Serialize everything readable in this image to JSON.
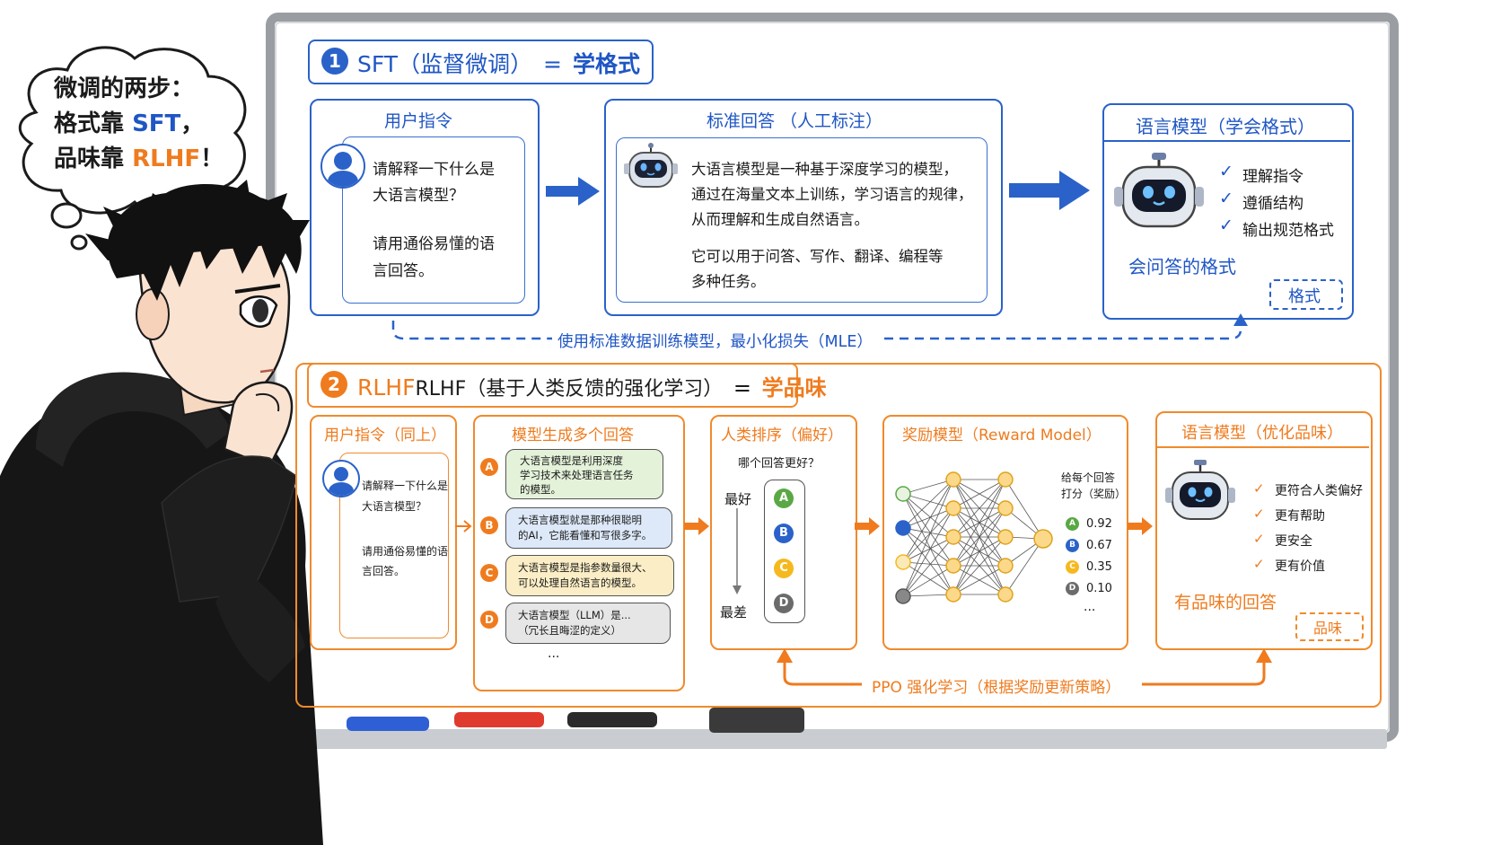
{
  "thought": {
    "line1": "微调的两步：",
    "line2_prefix": "格式靠 ",
    "line2_key": "SFT",
    "line2_suffix": "，",
    "line3_prefix": "品味靠 ",
    "line3_key": "RLHF",
    "line3_suffix": "！"
  },
  "sft": {
    "badge": "1",
    "title_a": "SFT（监督微调）",
    "title_eq": "=",
    "title_b": "学格式",
    "user": {
      "header": "用户指令",
      "line1": "请解释一下什么是",
      "line2": "大语言模型？",
      "line3": "请用通俗易懂的语",
      "line4": "言回答。"
    },
    "answer": {
      "header": "标准回答 （人工标注）",
      "line1": "大语言模型是一种基于深度学习的模型，",
      "line2": "通过在海量文本上训练，学习语言的规律，",
      "line3": "从而理解和生成自然语言。",
      "line4": "它可以用于问答、写作、翻译、编程等",
      "line5": "多种任务。"
    },
    "model": {
      "header": "语言模型（学会格式）",
      "check1": "理解指令",
      "check2": "遵循结构",
      "check3": "输出规范格式",
      "result": "会问答的格式",
      "tag": "格式"
    },
    "loop": "使用标准数据训练模型，最小化损失（MLE）"
  },
  "rlhf": {
    "badge": "2",
    "title_a": "RLHF（基于人类反馈的强化学习）",
    "title_eq": "=",
    "title_b": "学品味",
    "user": {
      "header": "用户指令（同上）",
      "line1": "请解释一下什么是",
      "line2": "大语言模型？",
      "line3": "请用通俗易懂的语",
      "line4": "言回答。"
    },
    "gen": {
      "header": "模型生成多个回答",
      "a_letter": "A",
      "a1": "大语言模型是利用深度",
      "a2": "学习技术来处理语言任务",
      "a3": "的模型。",
      "b_letter": "B",
      "b1": "大语言模型就是那种很聪明",
      "b2": "的AI，它能看懂和写很多字。",
      "c_letter": "C",
      "c1": "大语言模型是指参数量很大、",
      "c2": "可以处理自然语言的模型。",
      "d_letter": "D",
      "d1": "大语言模型（LLM）是...",
      "d2": "（冗长且晦涩的定义）",
      "more": "..."
    },
    "rank": {
      "header": "人类排序（偏好）",
      "question": "哪个回答更好？",
      "best": "最好",
      "worst": "最差",
      "order": [
        "A",
        "B",
        "C",
        "D"
      ]
    },
    "reward": {
      "header": "奖励模型（Reward Model）",
      "note1": "给每个回答",
      "note2": "打分（奖励）",
      "scores": [
        {
          "letter": "A",
          "value": "0.92"
        },
        {
          "letter": "B",
          "value": "0.67"
        },
        {
          "letter": "C",
          "value": "0.35"
        },
        {
          "letter": "D",
          "value": "0.10"
        }
      ],
      "more": "..."
    },
    "model": {
      "header": "语言模型（优化品味）",
      "check1": "更符合人类偏好",
      "check2": "更有帮助",
      "check3": "更安全",
      "check4": "更有价值",
      "result": "有品味的回答",
      "tag": "品味"
    },
    "loop": "PPO 强化学习（根据奖励更新策略）"
  },
  "colors": {
    "blue": "#1f56c4",
    "orange": "#ef7b1e",
    "green": "#5aa845",
    "gray": "#6b6b6b"
  }
}
